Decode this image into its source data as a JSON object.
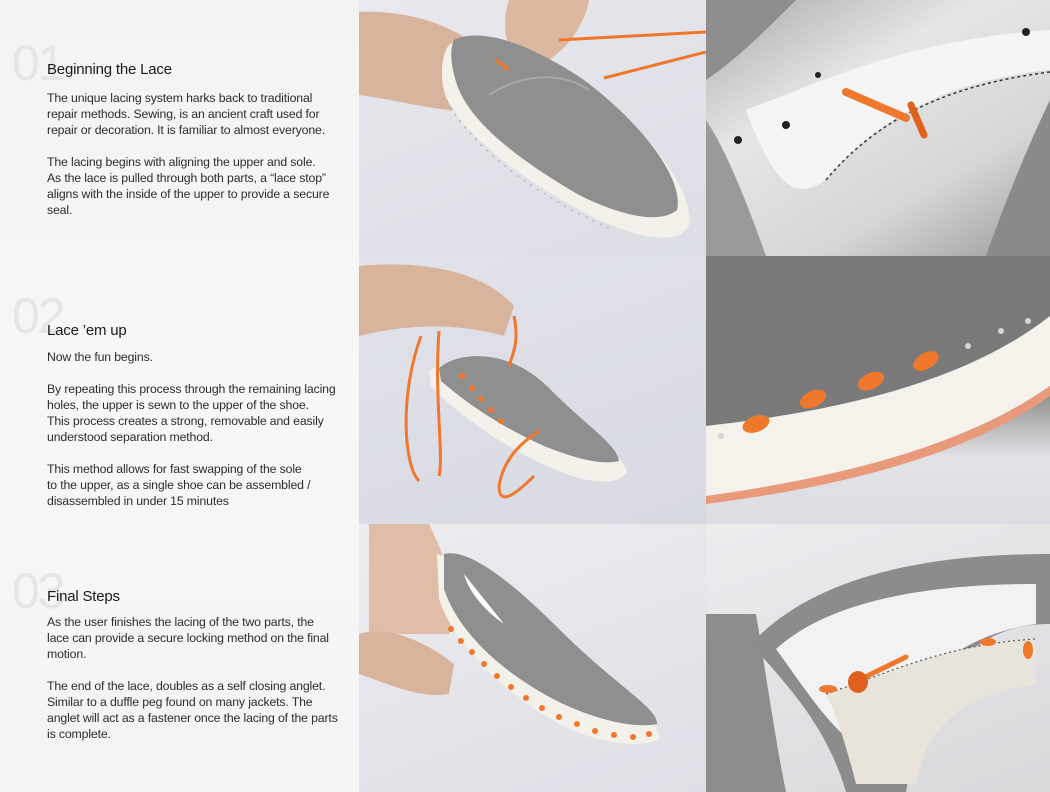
{
  "steps": [
    {
      "number": "01",
      "title": "Beginning the Lace",
      "paragraphs": [
        [
          "The unique lacing system harks back to traditional",
          "repair methods. Sewing, is an ancient craft used for",
          "repair or decoration. It is familiar to almost everyone."
        ],
        [
          "The lacing begins with aligning the upper and sole.",
          "As the lace is pulled through both parts, a “lace stop”",
          "aligns with the inside of the upper to provide a secure",
          "seal."
        ]
      ]
    },
    {
      "number": "02",
      "title": "Lace ’em up",
      "paragraphs": [
        [
          "Now the fun begins."
        ],
        [
          "By repeating this process through the remaining lacing",
          "holes, the upper is sewn to the upper of the shoe.",
          "This process creates a strong, removable and easily",
          "understood separation method."
        ],
        [
          "This method allows for fast swapping of the sole",
          "to the upper, as a single shoe can be assembled /",
          "disassembled in under 15 minutes"
        ]
      ]
    },
    {
      "number": "03",
      "title": "Final Steps",
      "paragraphs": [
        [
          "As the user finishes the lacing of the two parts, the",
          "lace can provide a secure locking method on the final",
          "motion."
        ],
        [
          "The end of the lace, doubles as a self closing anglet.",
          "Similar to a duffle peg found on many jackets. The",
          "anglet will act as a fastener once the lacing of the parts",
          "is complete."
        ]
      ]
    }
  ],
  "photos": [
    {
      "id": "step1-shoe-lacing",
      "description": "Hands threading orange lace through grey fabric slip-on shoe with white sole"
    },
    {
      "id": "step1-lace-stop-closeup",
      "description": "Close-up of orange lace stop inside shoe upper"
    },
    {
      "id": "step2-shoe-lacing",
      "description": "Hand holding shoe with orange lace loops through sole holes"
    },
    {
      "id": "step2-sole-closeup",
      "description": "Close-up of orange lace stitches along white sole"
    },
    {
      "id": "step3-shoe-complete",
      "description": "Hands finishing lacing of shoe, orange stitches around sole"
    },
    {
      "id": "step3-anglet-closeup",
      "description": "Close-up of orange anglet fastener inside shoe"
    }
  ],
  "colors": {
    "accent_orange": "#f0782d",
    "fabric_grey": "#8c8c8c",
    "sole_white": "#f3f1ea",
    "background": "#f4f4f5",
    "text": "#2c2c2c",
    "step_number": "#e6e6e8"
  }
}
